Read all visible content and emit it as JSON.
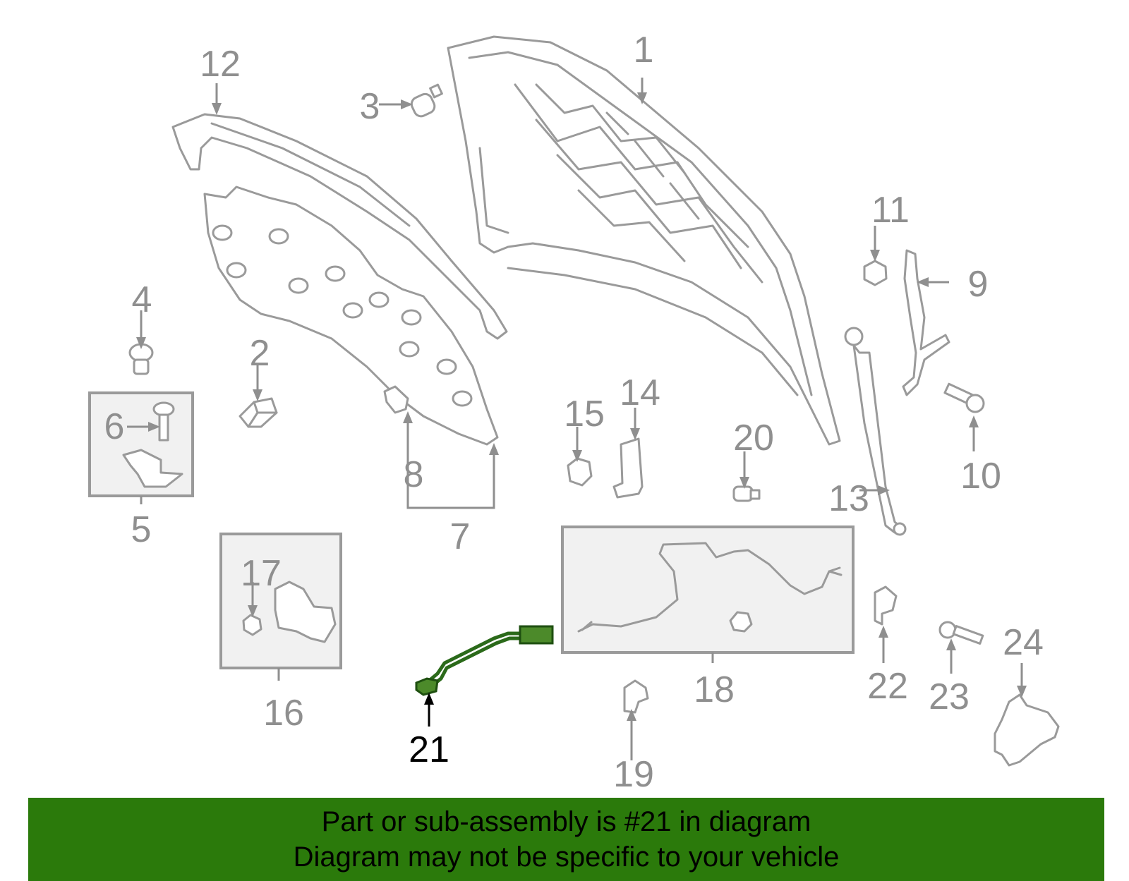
{
  "callouts": [
    {
      "id": "1",
      "text": "1"
    },
    {
      "id": "2",
      "text": "2"
    },
    {
      "id": "3",
      "text": "3"
    },
    {
      "id": "4",
      "text": "4"
    },
    {
      "id": "5",
      "text": "5"
    },
    {
      "id": "6",
      "text": "6"
    },
    {
      "id": "7",
      "text": "7"
    },
    {
      "id": "8",
      "text": "8"
    },
    {
      "id": "9",
      "text": "9"
    },
    {
      "id": "10",
      "text": "10"
    },
    {
      "id": "11",
      "text": "11"
    },
    {
      "id": "12",
      "text": "12"
    },
    {
      "id": "13",
      "text": "13"
    },
    {
      "id": "14",
      "text": "14"
    },
    {
      "id": "15",
      "text": "15"
    },
    {
      "id": "16",
      "text": "16"
    },
    {
      "id": "17",
      "text": "17"
    },
    {
      "id": "18",
      "text": "18"
    },
    {
      "id": "19",
      "text": "19"
    },
    {
      "id": "20",
      "text": "20"
    },
    {
      "id": "21",
      "text": "21"
    },
    {
      "id": "22",
      "text": "22"
    },
    {
      "id": "23",
      "text": "23"
    },
    {
      "id": "24",
      "text": "24"
    }
  ],
  "highlighted_part": "21",
  "colors": {
    "banner": "#2b7a0b",
    "highlight": "#2b6a1a",
    "line": "#9a9a9a",
    "label": "#8f8f8f"
  },
  "banner": {
    "line1": "Part or sub-assembly is #21 in diagram",
    "line2": "Diagram may not be specific to your vehicle"
  }
}
